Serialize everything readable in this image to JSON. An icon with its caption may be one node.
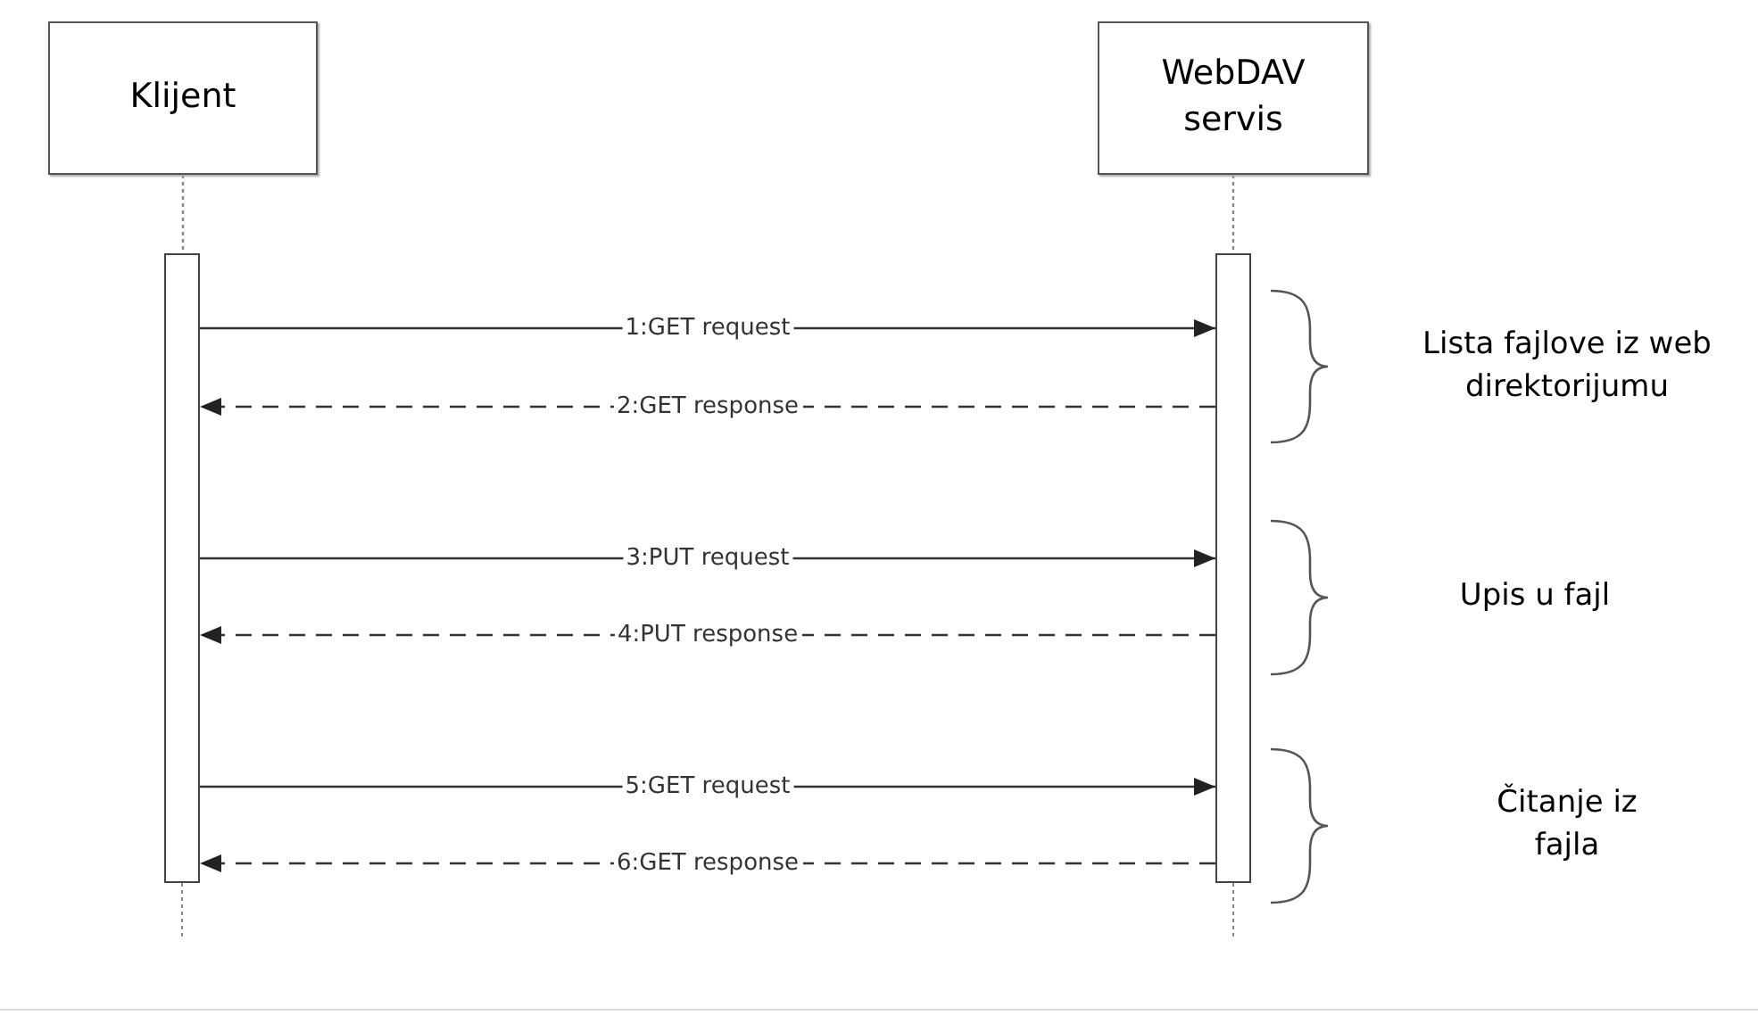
{
  "diagram": {
    "nodes": [
      {
        "text": [
          "Klijent"
        ]
      },
      {
        "text": [
          "WebDAV servis"
        ]
      },
      {
        "text": [],
        "shape": "bar"
      },
      {
        "text": [],
        "shape": "bar"
      }
    ],
    "edges": [
      {
        "from": 0,
        "to": 2,
        "arrow": "none",
        "style": "dashed"
      },
      {
        "from": 1,
        "to": 3,
        "arrow": "none",
        "style": "dashed"
      },
      {
        "from": 2,
        "to": 3,
        "arrow": "to",
        "label": "1:GET request"
      },
      {
        "from": 3,
        "to": 2,
        "arrow": "to",
        "label": "2:GET response",
        "style": "dashed"
      },
      {
        "from": 2,
        "to": 3,
        "arrow": "to",
        "label": "3:PUT request"
      },
      {
        "from": 3,
        "to": 2,
        "arrow": "to",
        "label": "4:PUT response",
        "style": "dashed"
      },
      {
        "from": 2,
        "to": 3,
        "arrow": "to",
        "label": "5:GET request"
      },
      {
        "from": 3,
        "to": 2,
        "arrow": "to",
        "label": "6:GET response",
        "style": "dashed"
      }
    ],
    "labels": [
      "Lista fajlove iz web direktorijumu",
      "Upis u fajl",
      "Čitanje iz fajla"
    ]
  }
}
